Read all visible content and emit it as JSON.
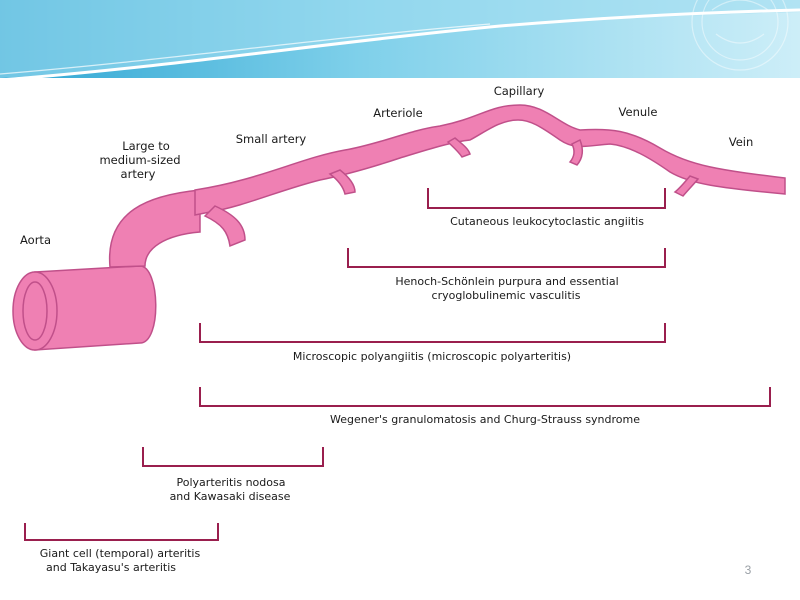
{
  "colors": {
    "vessel": "#ef80b3",
    "vessel_outline": "#c0508a",
    "bracket": "#9a1f4e",
    "header_light": "#cfeef8",
    "header_mid": "#6ec6e3",
    "header_dark": "#1e8fbf"
  },
  "vessel_labels": {
    "aorta": "Aorta",
    "large_medium": [
      "Large to",
      "medium-sized",
      "artery"
    ],
    "small_artery": "Small artery",
    "arteriole": "Arteriole",
    "capillary": "Capillary",
    "venule": "Venule",
    "vein": "Vein"
  },
  "vasculitis": {
    "cutaneous": "Cutaneous leukocytoclastic angiitis",
    "henoch": [
      "Henoch-Schönlein purpura and essential",
      "cryoglobulinemic vasculitis"
    ],
    "microscopic": "Microscopic polyangiitis (microscopic polyarteritis)",
    "wegener": "Wegener's granulomatosis and Churg-Strauss syndrome",
    "polyarteritis": [
      "Polyarteritis nodosa",
      "and Kawasaki disease"
    ],
    "giant_cell": [
      "Giant cell (temporal) arteritis",
      "and Takayasu's arteritis"
    ]
  },
  "slide_number": "3"
}
